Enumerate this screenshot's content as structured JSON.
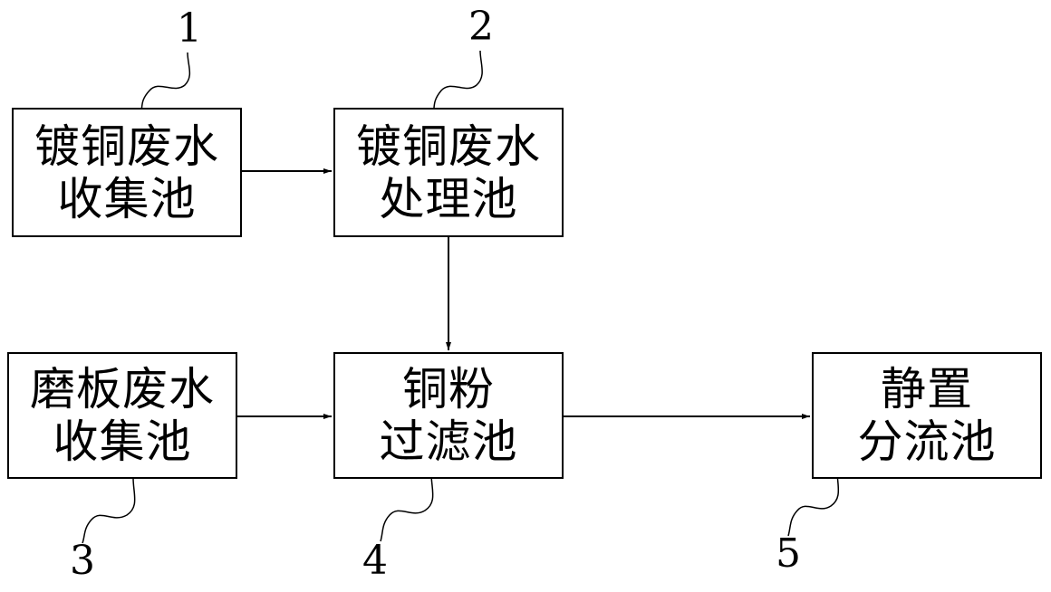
{
  "diagram": {
    "nodes": [
      {
        "id": "1",
        "number": "1",
        "line1": "镀铜废水",
        "line2": "收集池"
      },
      {
        "id": "2",
        "number": "2",
        "line1": "镀铜废水",
        "line2": "处理池"
      },
      {
        "id": "3",
        "number": "3",
        "line1": "磨板废水",
        "line2": "收集池"
      },
      {
        "id": "4",
        "number": "4",
        "line1": "铜粉",
        "line2": "过滤池"
      },
      {
        "id": "5",
        "number": "5",
        "line1": "静置",
        "line2": "分流池"
      }
    ],
    "edges": [
      {
        "from": "1",
        "to": "2"
      },
      {
        "from": "2",
        "to": "4"
      },
      {
        "from": "3",
        "to": "4"
      },
      {
        "from": "4",
        "to": "5"
      }
    ],
    "line_color": "#000000",
    "background_color": "#ffffff"
  }
}
